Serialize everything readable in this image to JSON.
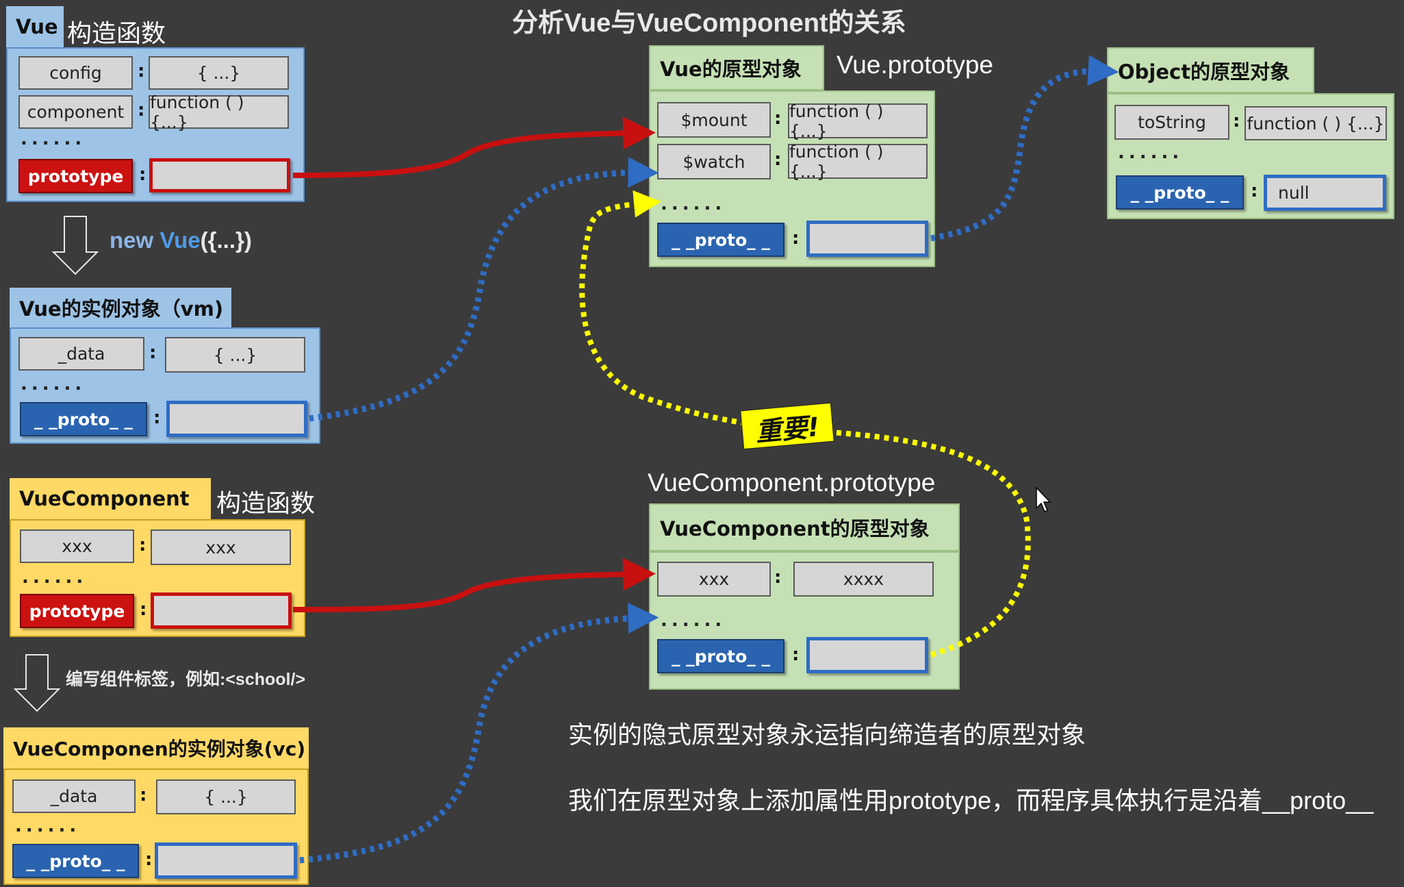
{
  "title": "分析Vue与VueComponent的关系",
  "vue_ctor": {
    "name": "Vue",
    "label": "构造函数",
    "rows": [
      {
        "key": "config",
        "value": "{ ...}"
      },
      {
        "key": "component",
        "value": "function ( ) {...}"
      }
    ],
    "dots": "......",
    "prototype_key": "prototype"
  },
  "new_vue_label": {
    "prefix": "new ",
    "vue": "Vue",
    "suffix": "({...})"
  },
  "vm": {
    "title": "Vue的实例对象（vm)",
    "rows": [
      {
        "key": "_data",
        "value": "{ ...}"
      }
    ],
    "dots": "......",
    "proto_key": "_ _proto_ _"
  },
  "vue_proto": {
    "title": "Vue的原型对象",
    "caption": "Vue.prototype",
    "rows": [
      {
        "key": "$mount",
        "value": "function ( ) {...}"
      },
      {
        "key": "$watch",
        "value": "function ( ) {...}"
      }
    ],
    "dots": "......",
    "proto_key": "_ _proto_ _"
  },
  "object_proto": {
    "title": "Object的原型对象",
    "rows": [
      {
        "key": "toString",
        "value": "function ( ) {...}"
      }
    ],
    "dots": "......",
    "proto_key": "_ _proto_ _",
    "proto_value": "null"
  },
  "important_label": "重要!",
  "vc_ctor": {
    "name": "VueComponent",
    "label": "构造函数",
    "rows": [
      {
        "key": "xxx",
        "value": "xxx"
      }
    ],
    "dots": "......",
    "prototype_key": "prototype"
  },
  "write_tag_label": "编写组件标签，例如:<school/>",
  "vc": {
    "title": "VueComponen的实例对象(vc)",
    "rows": [
      {
        "key": "_data",
        "value": "{ ...}"
      }
    ],
    "dots": "......",
    "proto_key": "_ _proto_ _"
  },
  "vc_proto": {
    "title": "VueComponent的原型对象",
    "caption": "VueComponent.prototype",
    "rows": [
      {
        "key": "xxx",
        "value": "xxxx"
      }
    ],
    "dots": "......",
    "proto_key": "_ _proto_ _"
  },
  "notes": [
    "实例的隐式原型对象永运指向缔造者的原型对象",
    "我们在原型对象上添加属性用prototype，而程序具体执行是沿着__proto__"
  ],
  "colors": {
    "background": "#3b3b3b",
    "blue_panel": "#9dc3e6",
    "green_panel": "#c5e0b4",
    "yellow_panel": "#ffd966",
    "prototype_red": "#cc1111",
    "proto_blue": "#2a64b0",
    "link_blue_dotted": "#2f6cc4",
    "link_yellow_dotted": "#ffff00"
  }
}
